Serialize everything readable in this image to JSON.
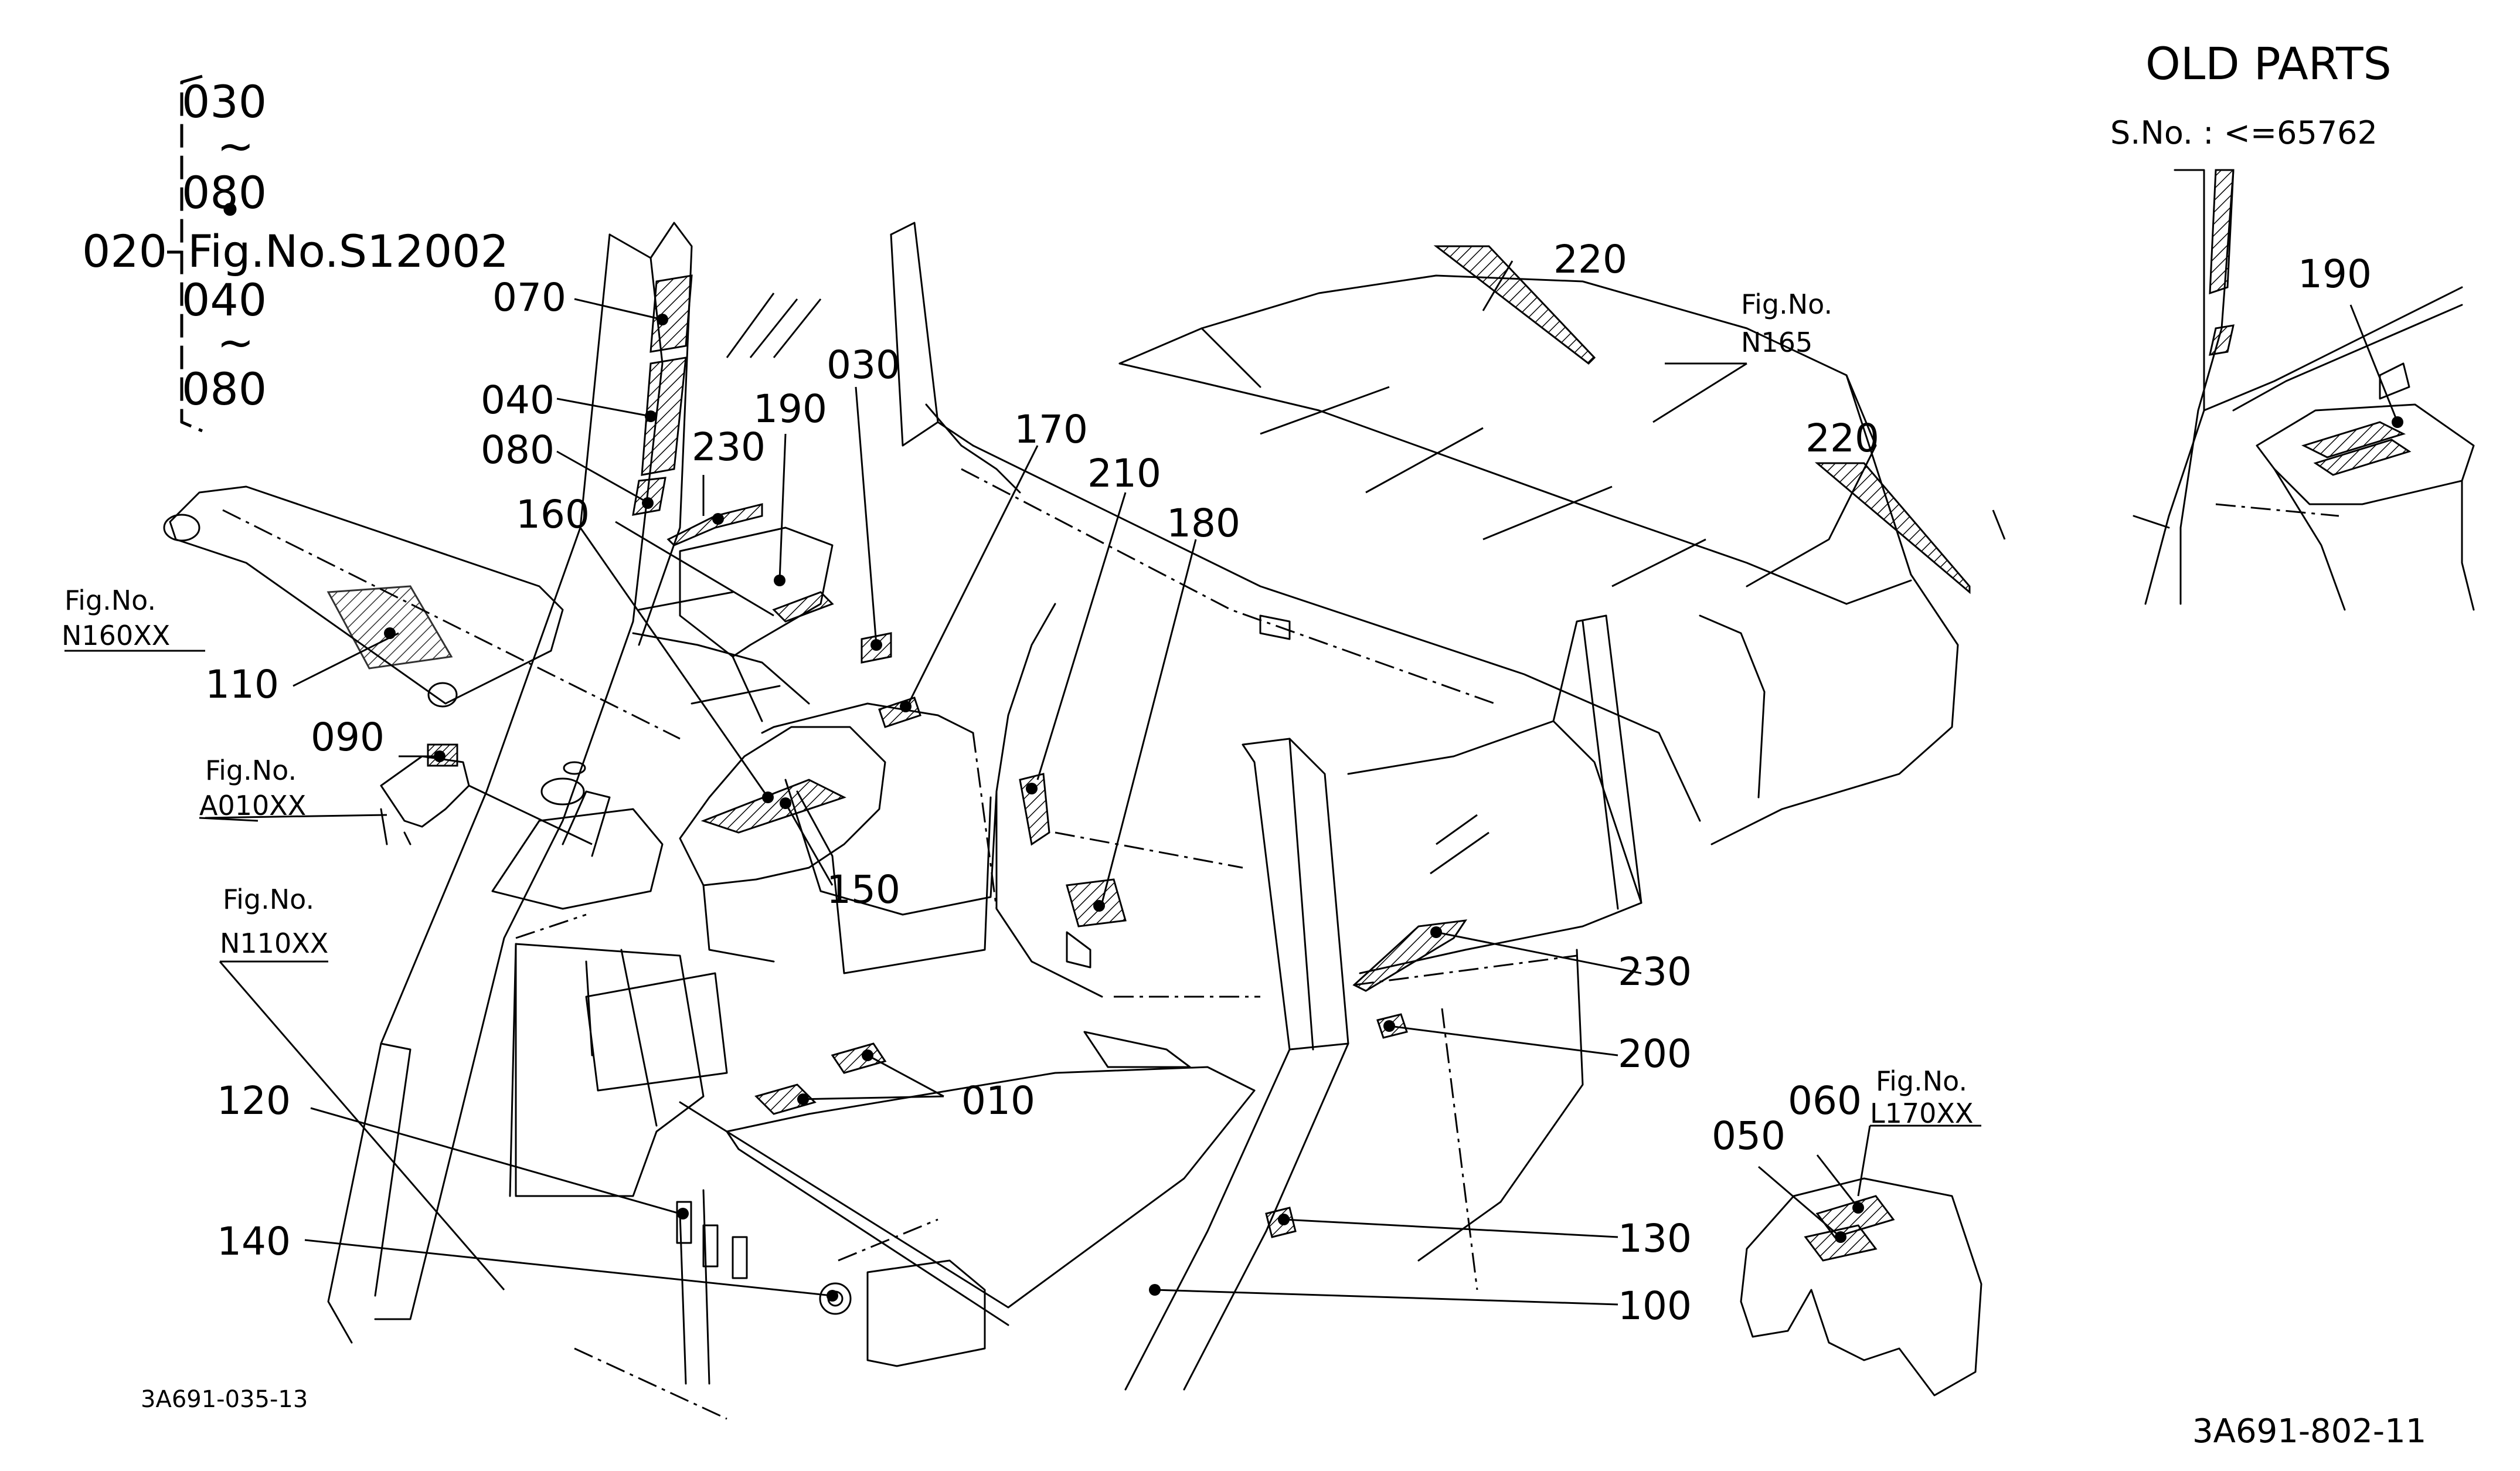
{
  "header": {
    "title": "OLD PARTS",
    "serial": "S.No. : <=65762"
  },
  "bracket": {
    "ref": "020",
    "lines": [
      "030",
      "~",
      "080",
      "•",
      "Fig.No.S12002",
      "040",
      "~",
      "080"
    ]
  },
  "callouts": {
    "c010": "010",
    "c030": "030",
    "c040": "040",
    "c050": "050",
    "c060": "060",
    "c070": "070",
    "c080": "080",
    "c090": "090",
    "c100": "100",
    "c110": "110",
    "c120": "120",
    "c130": "130",
    "c140": "140",
    "c150": "150",
    "c160": "160",
    "c170": "170",
    "c180": "180",
    "c190": "190",
    "c190_inset": "190",
    "c200": "200",
    "c210": "210",
    "c220_top": "220",
    "c220_right": "220",
    "c230_top": "230",
    "c230_right": "230"
  },
  "figure_refs": {
    "n160": {
      "line1": "Fig.No.",
      "line2": "N160XX"
    },
    "a010": {
      "line1": "Fig.No.",
      "line2": "A010XX"
    },
    "n110": {
      "line1": "Fig.No.",
      "line2": "N110XX"
    },
    "n165": {
      "line1": "Fig.No.",
      "line2": "N165"
    },
    "l170": {
      "line1": "Fig.No.",
      "line2": "L170XX"
    }
  },
  "footer": {
    "left_code": "3A691-035-13",
    "right_code": "3A691-802-11"
  }
}
